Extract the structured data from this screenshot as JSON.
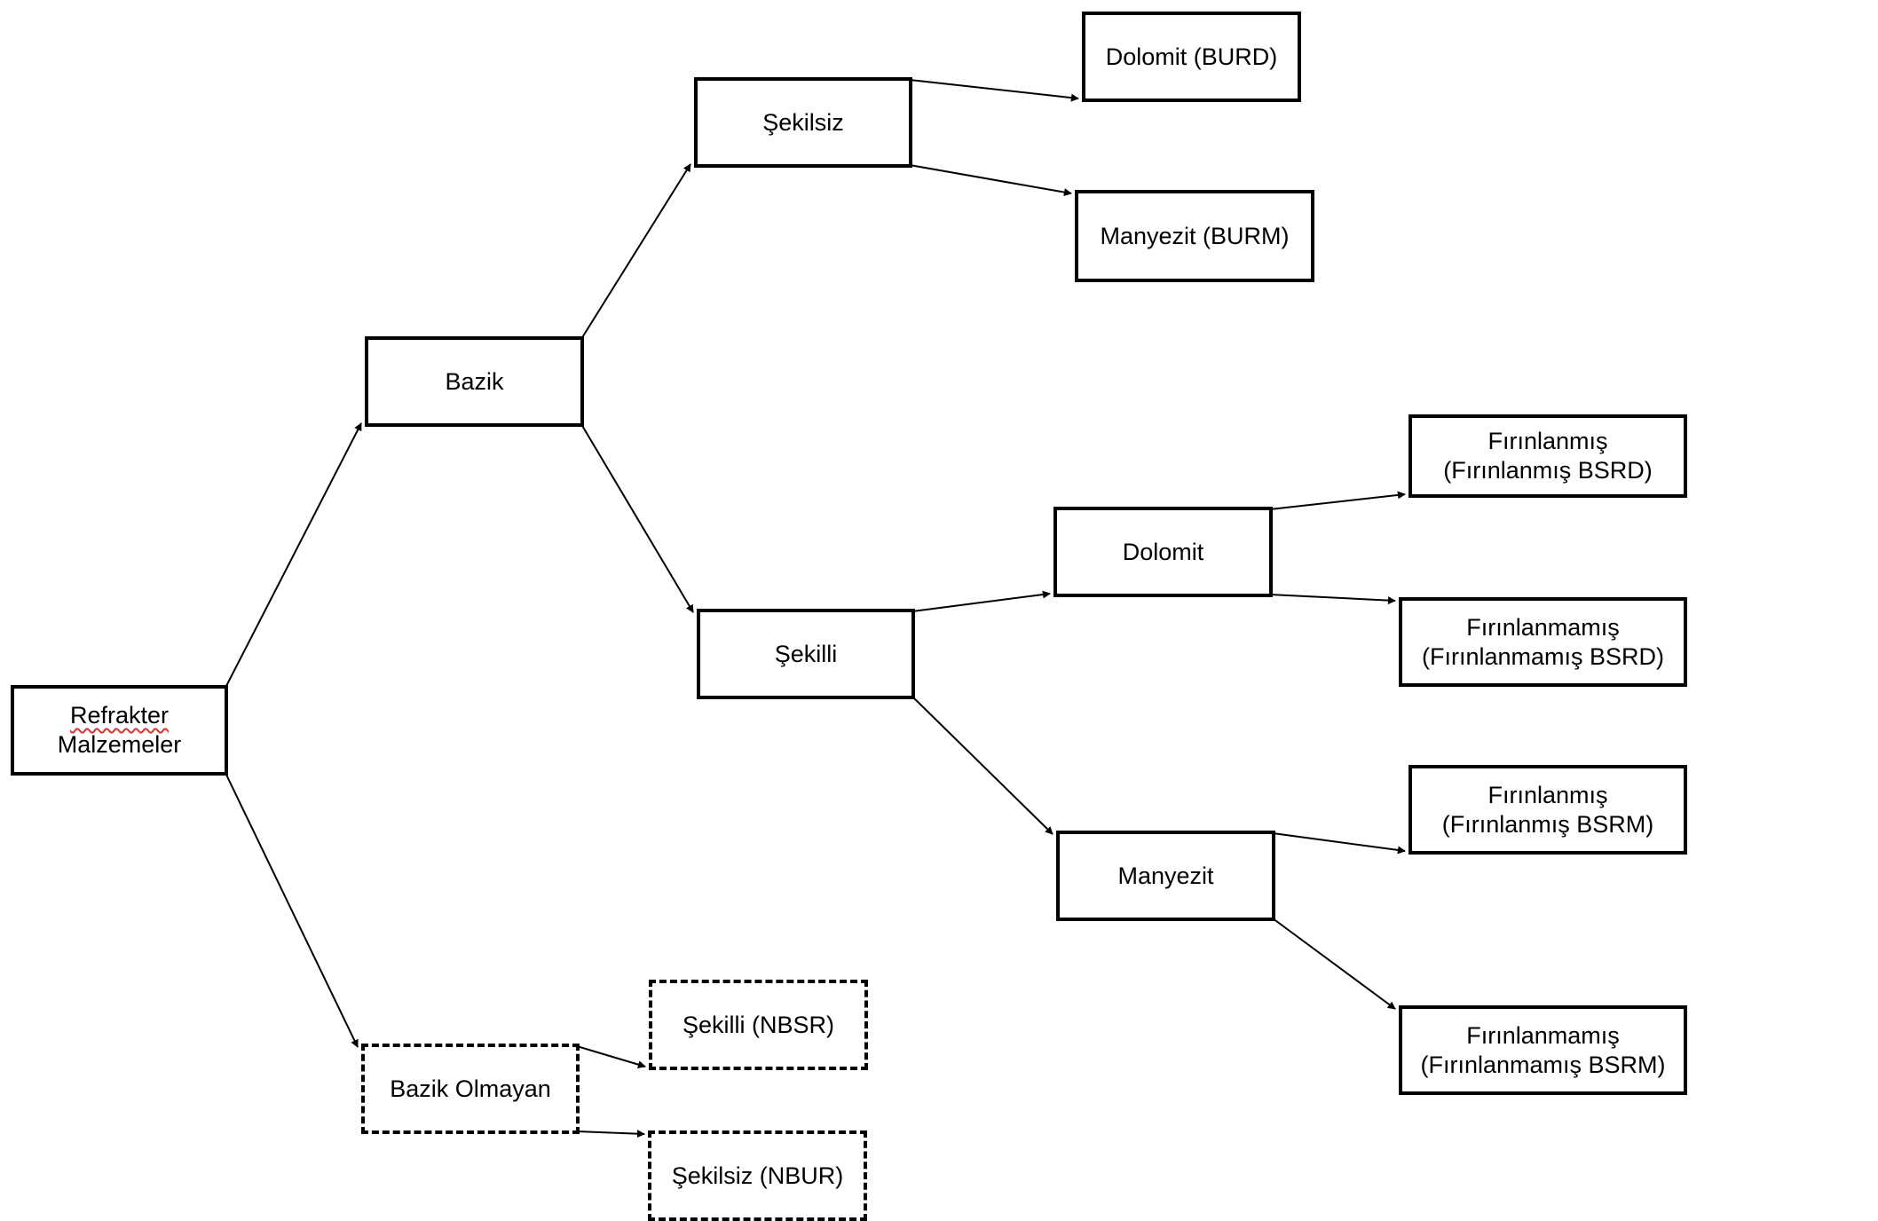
{
  "nodes": {
    "root": {
      "line1": "Refrakter",
      "line2": "Malzemeler"
    },
    "bazik": {
      "label": "Bazik"
    },
    "bazik_olmayan": {
      "label": "Bazik Olmayan"
    },
    "sekilsiz": {
      "label": "Şekilsiz"
    },
    "sekilli": {
      "label": "Şekilli"
    },
    "dolomit_burd": {
      "label": "Dolomit (BURD)"
    },
    "manyezit_burm": {
      "label": "Manyezit (BURM)"
    },
    "dolomit": {
      "label": "Dolomit"
    },
    "manyezit": {
      "label": "Manyezit"
    },
    "firinlanmis_bsrd": {
      "line1": "Fırınlanmış",
      "line2": "(Fırınlanmış BSRD)"
    },
    "firinlanmamis_bsrd": {
      "line1": "Fırınlanmamış",
      "line2": "(Fırınlanmamış BSRD)"
    },
    "firinlanmis_bsrm": {
      "line1": "Fırınlanmış",
      "line2": "(Fırınlanmış BSRM)"
    },
    "firinlanmamis_bsrm": {
      "line1": "Fırınlanmamış",
      "line2": "(Fırınlanmamış BSRM)"
    },
    "sekilli_nbsr": {
      "label": "Şekilli (NBSR)"
    },
    "sekilsiz_nbur": {
      "label": "Şekilsiz (NBUR)"
    }
  },
  "edges": [
    {
      "from": "root",
      "to": "bazik"
    },
    {
      "from": "root",
      "to": "bazik_olmayan"
    },
    {
      "from": "bazik",
      "to": "sekilsiz"
    },
    {
      "from": "bazik",
      "to": "sekilli"
    },
    {
      "from": "sekilsiz",
      "to": "dolomit_burd"
    },
    {
      "from": "sekilsiz",
      "to": "manyezit_burm"
    },
    {
      "from": "sekilli",
      "to": "dolomit"
    },
    {
      "from": "sekilli",
      "to": "manyezit"
    },
    {
      "from": "dolomit",
      "to": "firinlanmis_bsrd"
    },
    {
      "from": "dolomit",
      "to": "firinlanmamis_bsrd"
    },
    {
      "from": "manyezit",
      "to": "firinlanmis_bsrm"
    },
    {
      "from": "manyezit",
      "to": "firinlanmamis_bsrm"
    },
    {
      "from": "bazik_olmayan",
      "to": "sekilli_nbsr"
    },
    {
      "from": "bazik_olmayan",
      "to": "sekilsiz_nbur"
    }
  ]
}
